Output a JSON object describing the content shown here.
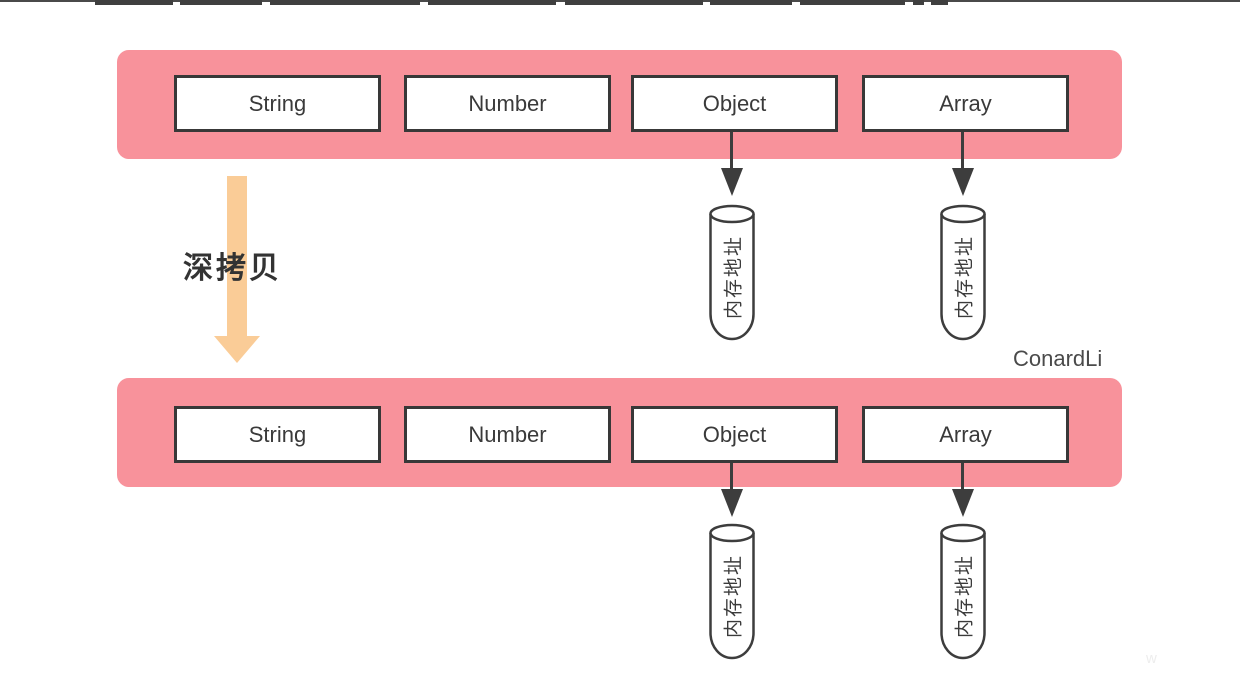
{
  "diagram": {
    "deep_copy_label": "深拷贝",
    "memory_address_label": "内存地址",
    "author_watermark": "ConardLi",
    "corner_watermark": "w",
    "rows": [
      {
        "name": "original-object-row",
        "boxes": [
          "String",
          "Number",
          "Object",
          "Array"
        ]
      },
      {
        "name": "deep-copy-result-row",
        "boxes": [
          "String",
          "Number",
          "Object",
          "Array"
        ]
      }
    ],
    "colors": {
      "row_background": "#F8929B",
      "deep_copy_arrow": "#FACC97",
      "stroke": "#3D3D3D"
    }
  }
}
